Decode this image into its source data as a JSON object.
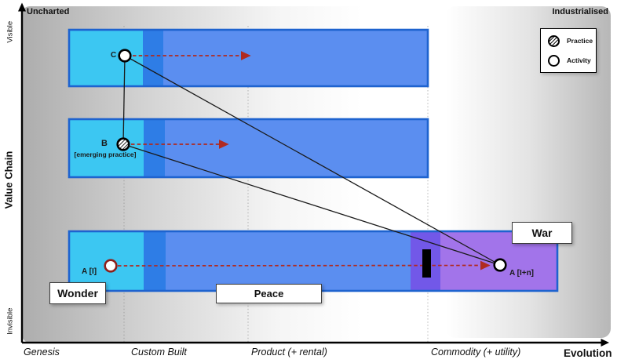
{
  "labels": {
    "uncharted": "Uncharted",
    "industrialised": "Industrialised",
    "visible": "Visible",
    "invisible": "Invisible",
    "value_chain": "Value Chain",
    "evolution": "Evolution"
  },
  "evolution_stages": [
    "Genesis",
    "Custom Built",
    "Product (+ rental)",
    "Commodity (+ utility)"
  ],
  "legend": {
    "practice_label": "Practice",
    "activity_label": "Activity"
  },
  "phases": {
    "wonder": "Wonder",
    "peace": "Peace",
    "war": "War"
  },
  "points": {
    "c_label": "C",
    "b_label": "B",
    "b_sublabel": "[emerging practice]",
    "a_start_label": "A [I]",
    "a_end_label": "A [I+n]"
  },
  "colors": {
    "genesis_cyan": "#3cc7f2",
    "overlap_blue": "#2e7de6",
    "product_blue": "#5b8ef0",
    "bar_border_blue": "#1e63cf",
    "war_purple_dark": "#7258e8",
    "war_purple_light": "#a274ea",
    "movement_arrow_red": "#b02a20",
    "origin_point_red": "#8e1f1a",
    "uncharted_gray": "#b0b0b0",
    "industrialised_gray": "#b7b7b7"
  }
}
